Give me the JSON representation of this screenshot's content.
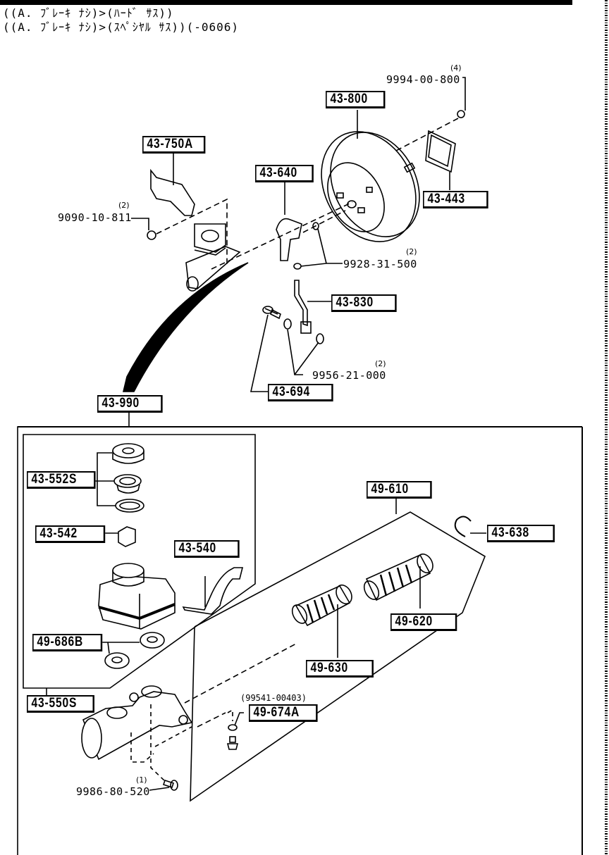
{
  "header": {
    "line1": "((A. ﾌﾞﾚｰｷ ﾅｼ)>(ﾊｰﾄﾞ ｻｽ))",
    "line2": "((A. ﾌﾞﾚｰｷ ﾅｼ)>(ｽﾍﾟｼﾔﾙ ｻｽ))(-0606)"
  },
  "callouts": {
    "c43_800": "43-800",
    "c43_750A": "43-750A",
    "c43_640": "43-640",
    "c43_443": "43-443",
    "c43_830": "43-830",
    "c43_694": "43-694",
    "c43_990": "43-990",
    "c43_552S": "43-552S",
    "c43_542": "43-542",
    "c43_540": "43-540",
    "c49_686B": "49-686B",
    "c43_550S": "43-550S",
    "c49_610": "49-610",
    "c43_638": "43-638",
    "c49_620": "49-620",
    "c49_630": "49-630",
    "c49_674A": "49-674A"
  },
  "part_numbers": {
    "p9994": {
      "number": "9994-00-800",
      "qty": "(4)"
    },
    "p9090": {
      "number": "9090-10-811",
      "qty": "(2)"
    },
    "p9928": {
      "number": "9928-31-500",
      "qty": "(2)"
    },
    "p9956": {
      "number": "9956-21-000",
      "qty": "(2)"
    },
    "p9986": {
      "number": "9986-80-520",
      "qty": "(1)"
    }
  },
  "notes": {
    "n99541": "(99541-00403)"
  }
}
